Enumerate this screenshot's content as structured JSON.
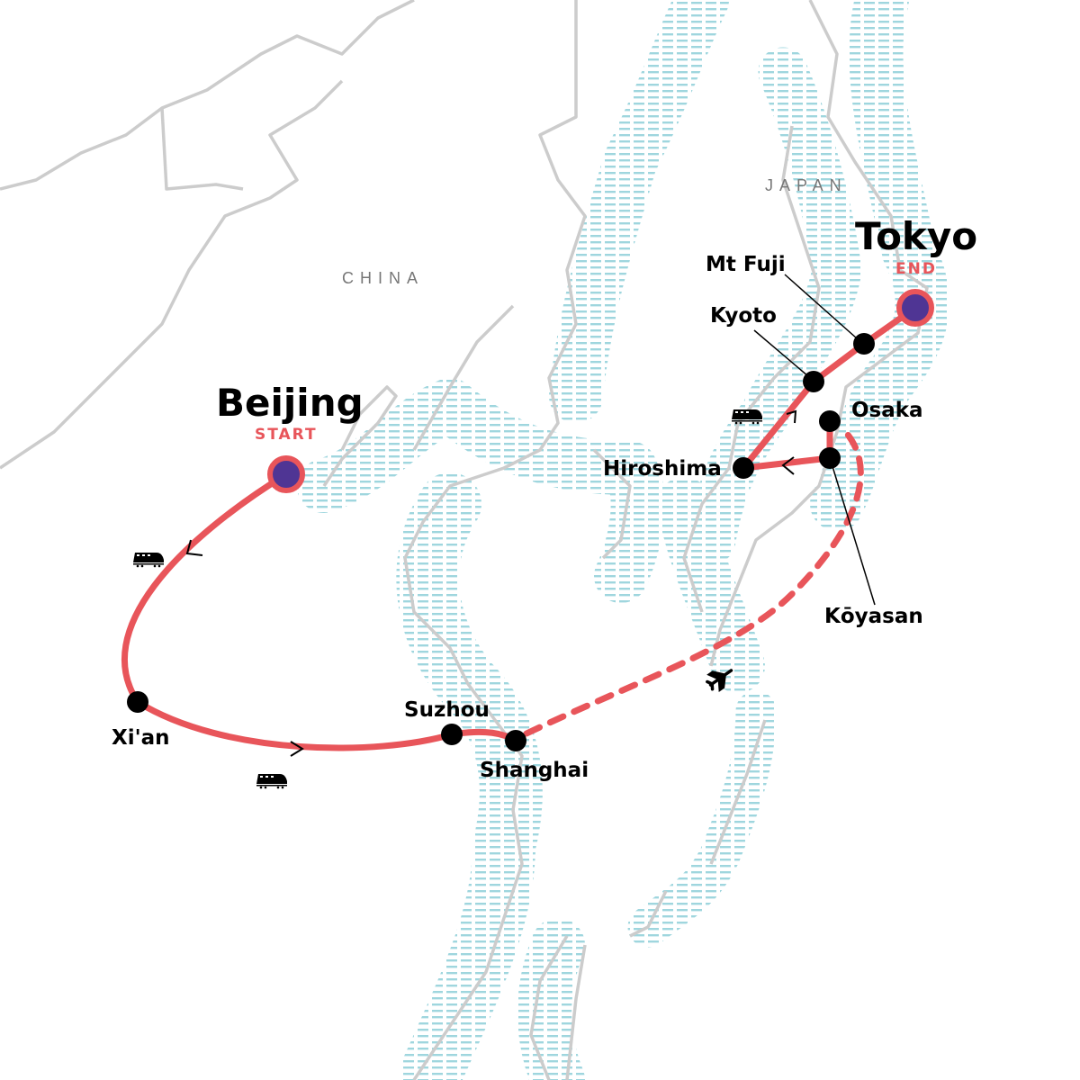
{
  "colors": {
    "route": "#e8555a",
    "endpoint": "#4f3594",
    "border": "#cccccc",
    "sea": "#9fd6de",
    "dot": "#000000"
  },
  "countries": {
    "china": "CHINA",
    "japan": "JAPAN"
  },
  "start": {
    "city": "Beijing",
    "tag": "START"
  },
  "end": {
    "city": "Tokyo",
    "tag": "END"
  },
  "stops": {
    "xian": "Xi'an",
    "suzhou": "Suzhou",
    "shanghai": "Shanghai",
    "osaka": "Osaka",
    "koyasan": "Kōyasan",
    "hiroshima": "Hiroshima",
    "kyoto": "Kyoto",
    "mtfuji": "Mt Fuji"
  },
  "transport": {
    "train": "train-icon",
    "flight": "plane-icon"
  }
}
